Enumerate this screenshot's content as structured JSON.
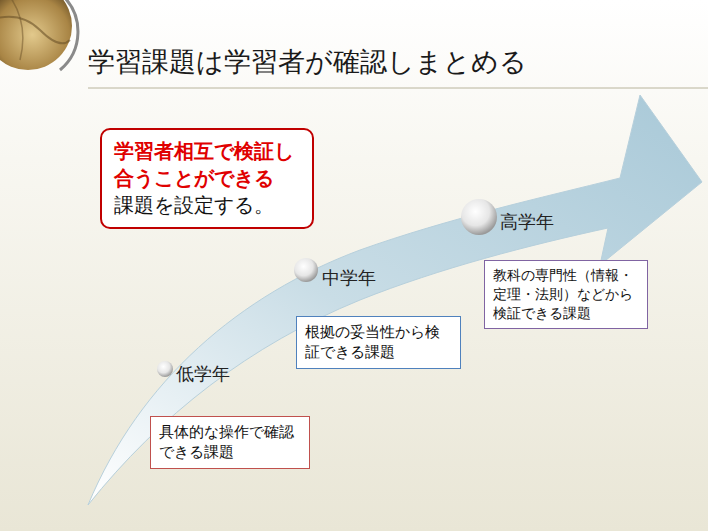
{
  "diagram": {
    "title": "学習課題は学習者が確認しまとめる",
    "nodes": [
      {
        "text": [
          "学習者相互で検証し合うことができる",
          "課題を設定する。"
        ]
      },
      {
        "text": [
          "具体的な操作で確認できる課題"
        ]
      },
      {
        "text": [
          "根拠の妥当性から検証できる課題"
        ]
      },
      {
        "text": [
          "教科の専門性（情報・定理・法則）などから検証できる課題"
        ]
      }
    ],
    "labels": [
      "低学年",
      "中学年",
      "高学年"
    ]
  }
}
